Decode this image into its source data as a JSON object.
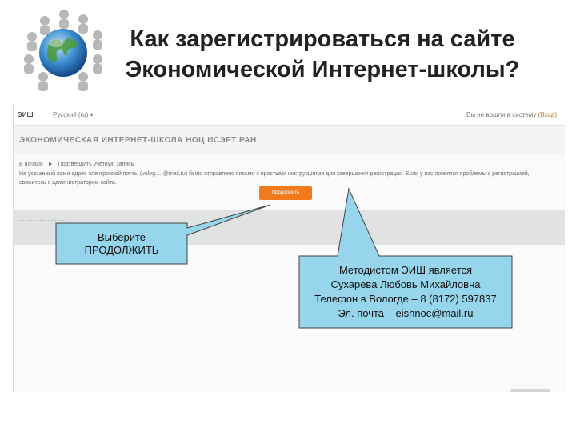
{
  "slide": {
    "title_line1": "Как зарегистрироваться на сайте",
    "title_line2": "Экономической Интернет-школы?"
  },
  "logo": {
    "icon": "globe-people-icon"
  },
  "screenshot": {
    "brand": "ЭИШ",
    "language": "Русский (ru) ▾",
    "login_status": "Вы не вошли в систему",
    "login_link": "(Вход)",
    "site_title": "ЭКОНОМИЧЕСКАЯ ИНТЕРНЕТ-ШКОЛА НОЦ ИСЭРТ РАН",
    "breadcrumb": [
      "В начало",
      "►",
      "Подтвердить учетную запись"
    ],
    "message": "На указанный вами адрес электронной почты (volog.....@mail.ru) было отправлено письмо с простыми инструкциями для завершения регистрации. Если у вас появятся проблемы с регистрацией, свяжитесь с администратором сайта.",
    "continue_button": "Продолжить"
  },
  "callouts": {
    "continue_hint_line1": "Выберите",
    "continue_hint_line2": "ПРОДОЛЖИТЬ",
    "contact_line1": "Методистом ЭИШ является",
    "contact_line2": "Сухарева Любовь Михайловна",
    "contact_line3": "Телефон в Вологде – 8 (8172) 597837",
    "contact_line4": "Эл. почта – eishnoc@mail.ru"
  },
  "colors": {
    "button": "#f07a1c",
    "callout_fill": "#96d5eb",
    "link": "#c87a2a",
    "band": "#e1e3e3"
  }
}
